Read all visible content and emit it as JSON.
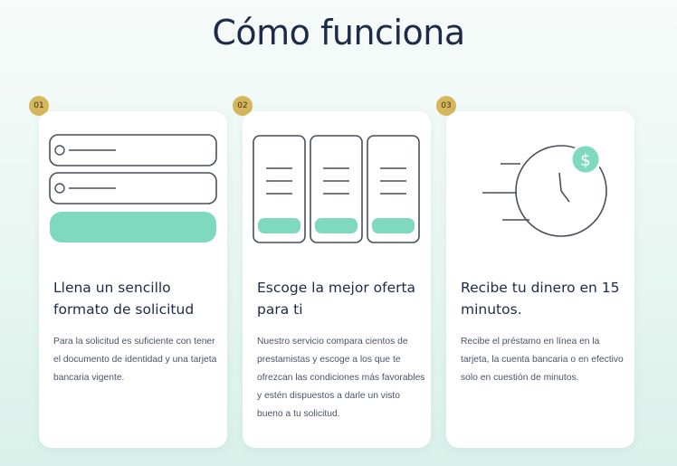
{
  "page": {
    "title": "Cómo funciona"
  },
  "steps": [
    {
      "number": "01",
      "title": "Llena un sencillo formato de solicitud",
      "text": "Para la solicitud es suficiente con tener el documento de identidad y una tarjeta bancaria vigente."
    },
    {
      "number": "02",
      "title": "Escoge la mejor oferta para ti",
      "text": "Nuestro servicio compara cientos de prestamistas y escoge a los que te ofrezcan las condiciones más favorables y estén dispuestos a darle un visto bueno a tu solicitud."
    },
    {
      "number": "03",
      "title": "Recibe tu dinero en 15 minutos.",
      "text": "Recibe el préstamo en línea en la tarjeta, la cuenta bancaria o en efectivo solo en cuestión de minutos."
    }
  ],
  "icons": {
    "step1": "form-illustration",
    "step2": "offers-comparison-illustration",
    "step3": "fast-money-clock-illustration",
    "dollar_symbol": "$"
  },
  "colors": {
    "accent": "#7fd9bf",
    "badge": "#d6b65a",
    "outline": "#4a4f5c",
    "heading": "#1d2a48"
  }
}
